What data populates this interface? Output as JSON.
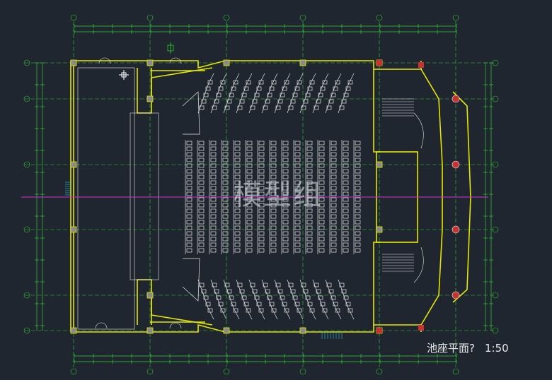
{
  "drawing": {
    "title": "池座平面?",
    "scale": "1:50",
    "watermark": "模型组"
  },
  "colors": {
    "background": "#1f2630",
    "walls": "#e6e600",
    "seats": "#e8e8e8",
    "dimensions": "#33cc33",
    "axis_line": "#d030d0",
    "column_red": "#c83232",
    "accent_cyan": "#33c0d8",
    "grid_bubble": "#33cc33"
  },
  "icons": [
    "crosshair-icon",
    "north-arrow-icon"
  ]
}
